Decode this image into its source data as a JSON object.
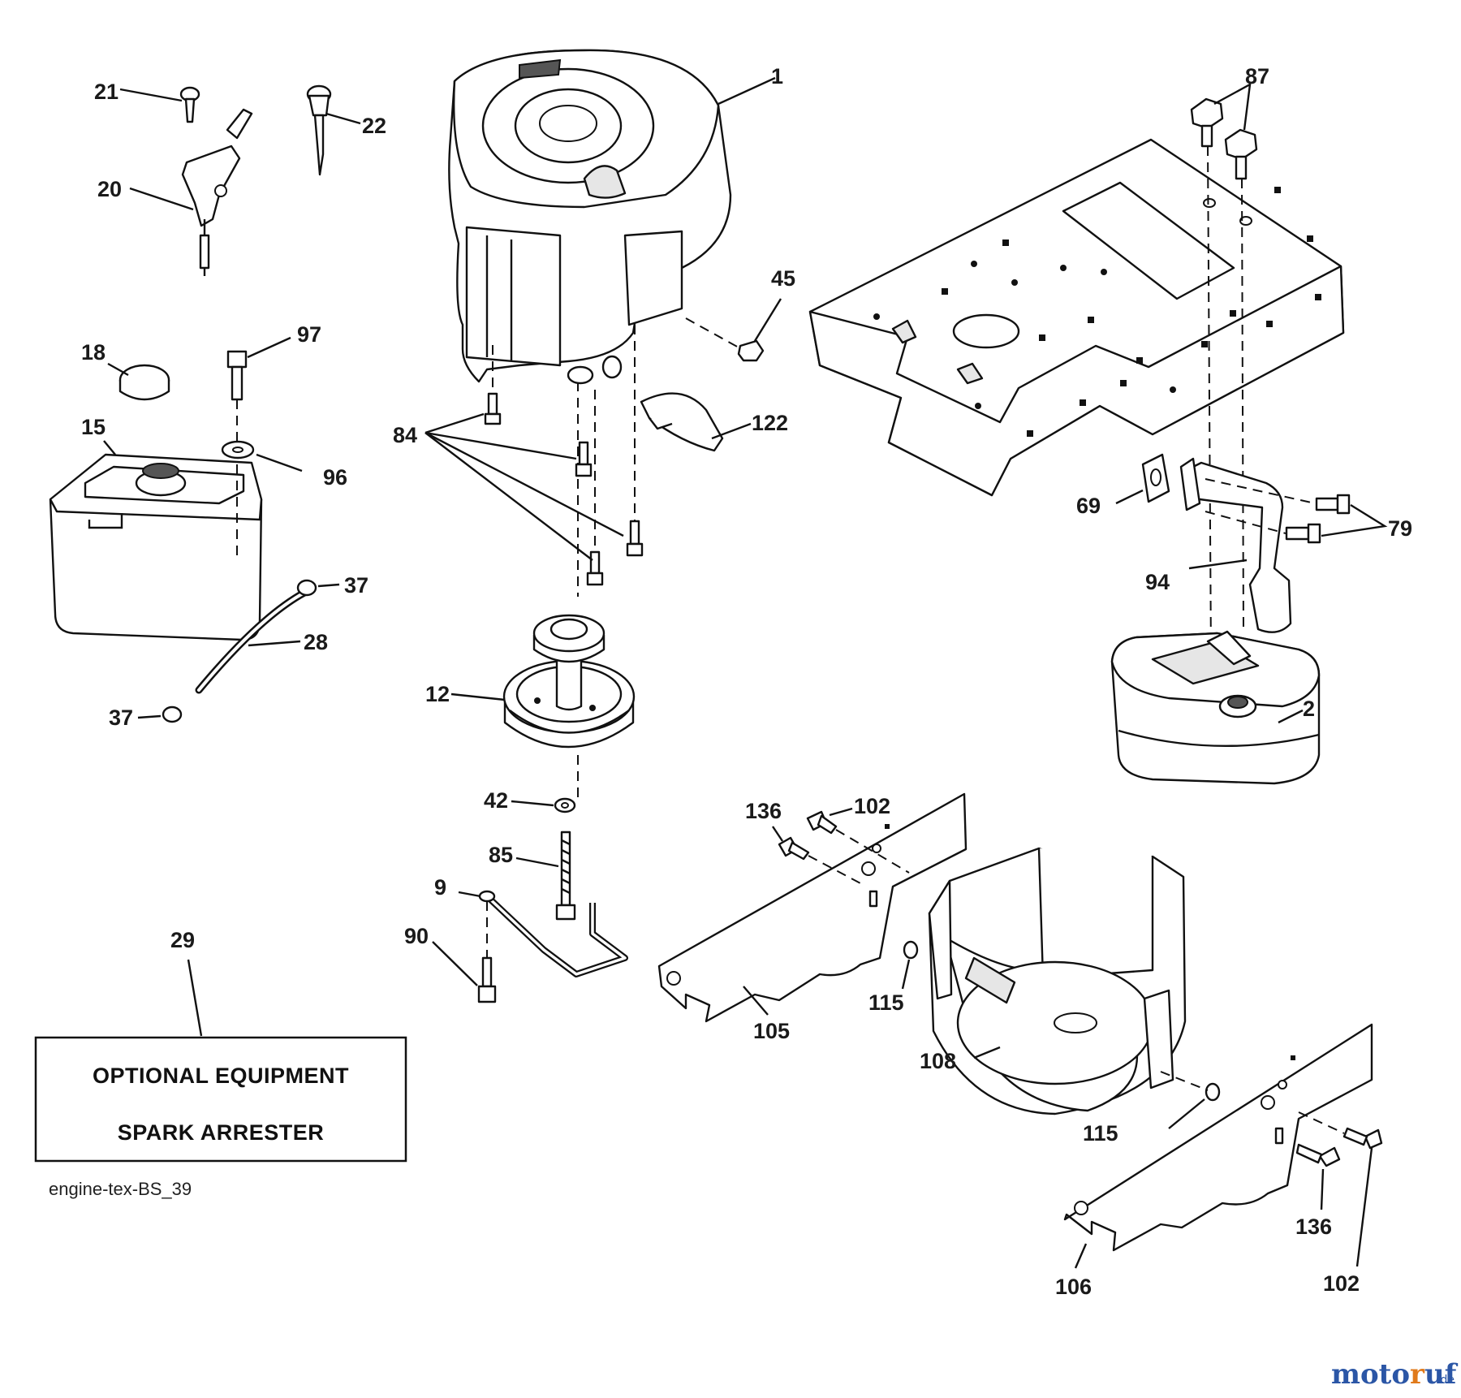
{
  "callouts": {
    "c1": "1",
    "c2": "2",
    "c9": "9",
    "c12": "12",
    "c15": "15",
    "c18": "18",
    "c20": "20",
    "c21": "21",
    "c22": "22",
    "c28": "28",
    "c29": "29",
    "c37a": "37",
    "c37b": "37",
    "c42": "42",
    "c45": "45",
    "c69": "69",
    "c79": "79",
    "c84": "84",
    "c85": "85",
    "c87": "87",
    "c90": "90",
    "c94": "94",
    "c96": "96",
    "c97": "97",
    "c102a": "102",
    "c102b": "102",
    "c105": "105",
    "c106": "106",
    "c108": "108",
    "c115a": "115",
    "c115b": "115",
    "c122": "122",
    "c136a": "136",
    "c136b": "136"
  },
  "optional_box": {
    "line1": "OPTIONAL EQUIPMENT",
    "line2": "SPARK ARRESTER"
  },
  "caption": "engine-tex-BS_39",
  "watermark": {
    "main": "motoruf",
    "suffix": ".de"
  },
  "colors": {
    "line": "#111111",
    "watermark_blue": "#2b56a6",
    "watermark_orange": "#e07a1b"
  }
}
